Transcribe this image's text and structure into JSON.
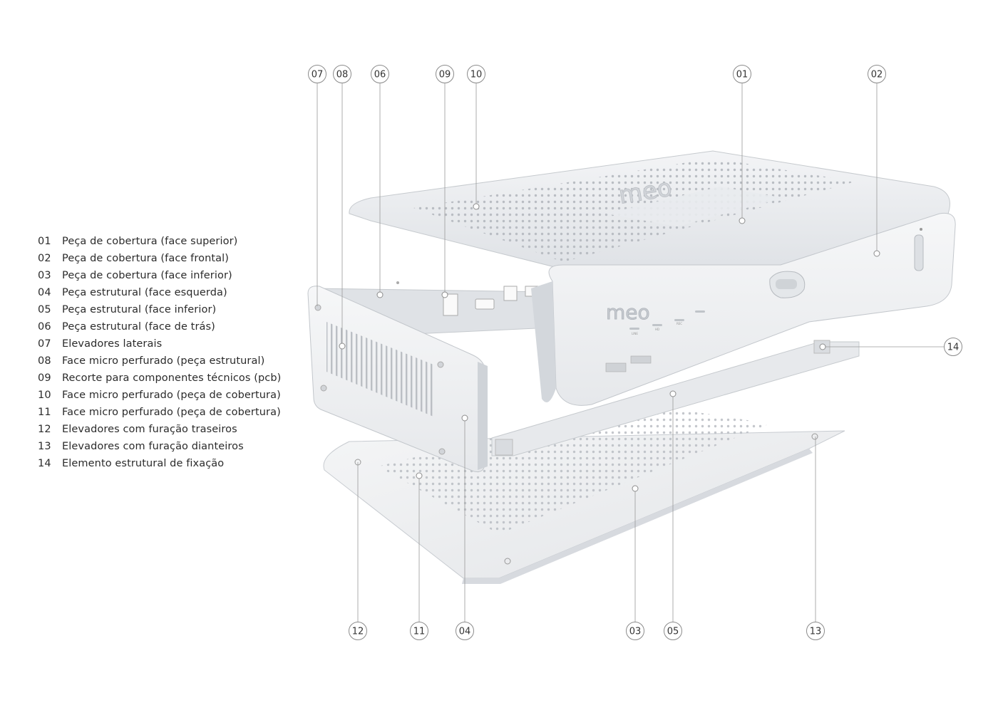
{
  "legend": [
    {
      "num": "01",
      "text": "Peça de cobertura (face superior)"
    },
    {
      "num": "02",
      "text": "Peça de cobertura (face frontal)"
    },
    {
      "num": "03",
      "text": "Peça de cobertura (face inferior)"
    },
    {
      "num": "04",
      "text": "Peça estrutural (face esquerda)"
    },
    {
      "num": "05",
      "text": "Peça estrutural (face inferior)"
    },
    {
      "num": "06",
      "text": "Peça estrutural (face de trás)"
    },
    {
      "num": "07",
      "text": "Elevadores laterais"
    },
    {
      "num": "08",
      "text": "Face micro perfurado (peça estrutural)"
    },
    {
      "num": "09",
      "text": "Recorte para componentes técnicos (pcb)"
    },
    {
      "num": "10",
      "text": "Face micro perfurado (peça de cobertura)"
    },
    {
      "num": "11",
      "text": "Face micro perfurado (peça de cobertura)"
    },
    {
      "num": "12",
      "text": "Elevadores com furação traseiros"
    },
    {
      "num": "13",
      "text": "Elevadores com furação dianteiros"
    },
    {
      "num": "14",
      "text": "Elemento estrutural de fixação"
    }
  ],
  "callouts": {
    "c01": "01",
    "c02": "02",
    "c03": "03",
    "c04": "04",
    "c05": "05",
    "c06": "06",
    "c07": "07",
    "c08": "08",
    "c09": "09",
    "c10": "10",
    "c11": "11",
    "c12": "12",
    "c13": "13",
    "c14": "14"
  },
  "device": {
    "logo_top": "meo",
    "logo_front": "meo",
    "front_labels": [
      "LINE",
      "HD",
      "REC"
    ]
  },
  "colors": {
    "shell": "#eceff2",
    "shell_shadow": "#d3d7dc",
    "line": "#9a9a9a"
  }
}
